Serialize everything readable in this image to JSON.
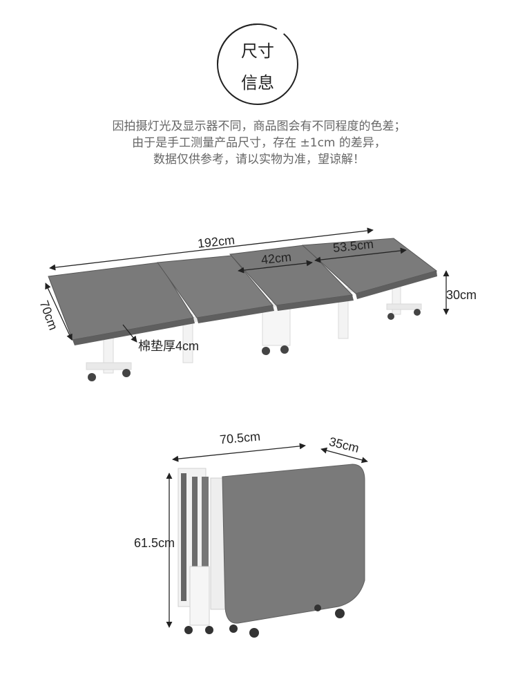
{
  "header": {
    "title_line1": "尺寸",
    "title_line2": "信息"
  },
  "notice": [
    "因拍摄灯光及显示器不同，商品图会有不同程度的色差；",
    "由于是手工测量产品尺寸，存在 ±1cm 的差异，",
    "数据仅供参考，请以实物为准，望谅解！"
  ],
  "bed_dimensions": {
    "length": "192cm",
    "section_width": "42cm",
    "head_section": "53.5cm",
    "height": "30cm",
    "width": "70cm",
    "cushion_thickness": "棉垫厚4cm"
  },
  "folded_dimensions": {
    "width": "70.5cm",
    "depth": "35cm",
    "height": "61.5cm"
  },
  "colors": {
    "cushion": "#7a7a7a",
    "cushion_dark": "#5f5f5f",
    "frame": "#f2f2f2",
    "text_gray": "#666666"
  }
}
